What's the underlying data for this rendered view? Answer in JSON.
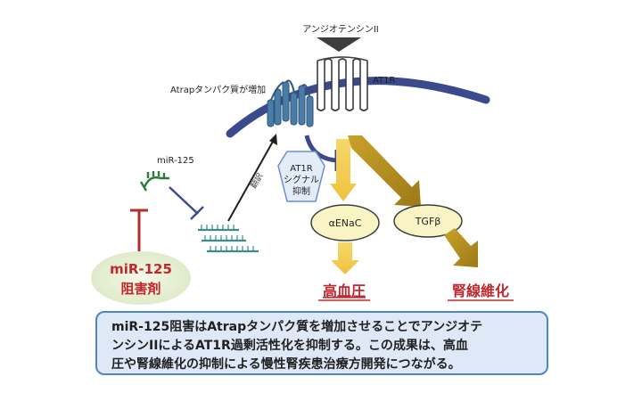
{
  "labels": {
    "angiotensin": "アンジオテンシンII",
    "at1r": "AT1R",
    "atrap": "Atrapタンパク質が増加",
    "mir125": "miR-125",
    "translation": "翻訳",
    "at1r_signal_line1": "AT1R",
    "at1r_signal_line2": "シグナル",
    "at1r_signal_line3": "抑制",
    "enac": "αENaC",
    "tgfb": "TGFβ",
    "hypertension": "高血圧",
    "renal_fibrosis": "腎線維化",
    "inhibitor_line1": "miR-125",
    "inhibitor_line2": "阻害剤"
  },
  "summary": {
    "line1": "miR-125阻害はAtrapタンパク質を増加させることでアンジオテ",
    "line2": "ンシンIIによるAT1R過剰活性化を抑制する。この成果は、高血",
    "line3": "圧や腎線維化の抑制による慢性腎疾患治療方開発につながる。"
  },
  "colors": {
    "membrane": "#3b4a8c",
    "receptor": "#3d3d3d",
    "atrap_protein": "#4a7ca8",
    "mirna_green": "#2f7a3a",
    "mrna_teal": "#3a8c8c",
    "inhibitor_red": "#b03030",
    "yellow_arrow": "#f2c94c",
    "olive_arrow": "#b08a1e",
    "outcome_red": "#c0282e",
    "summary_border": "#4a86c8",
    "summary_fill": "#dfe8f6"
  }
}
